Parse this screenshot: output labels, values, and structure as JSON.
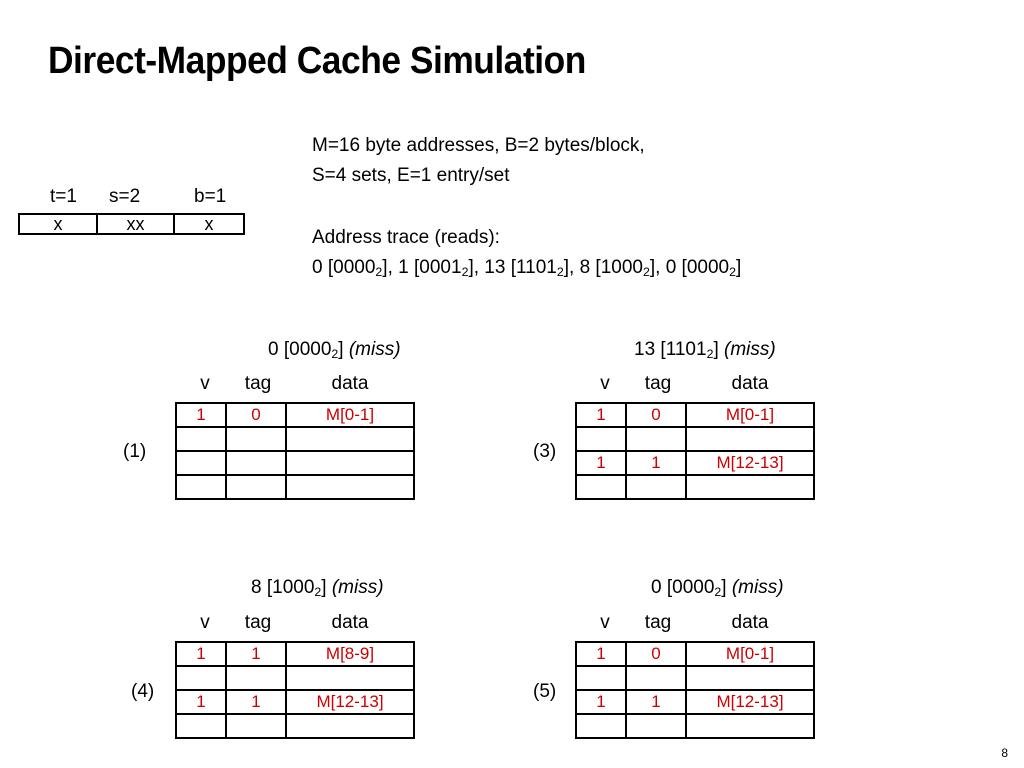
{
  "title": "Direct-Mapped Cache Simulation",
  "params": {
    "line1": "M=16 byte addresses, B=2 bytes/block,",
    "line2": "S=4 sets, E=1 entry/set"
  },
  "trace": {
    "heading": "Address trace (reads):",
    "items": [
      {
        "dec": "0",
        "bin": "0000",
        "base": "2"
      },
      {
        "dec": "1",
        "bin": "0001",
        "base": "2"
      },
      {
        "dec": "13",
        "bin": "1101",
        "base": "2"
      },
      {
        "dec": "8",
        "bin": "1000",
        "base": "2"
      },
      {
        "dec": "0",
        "bin": "0000",
        "base": "2"
      }
    ]
  },
  "address_format": {
    "t_label": "t=1",
    "s_label": "s=2",
    "b_label": "b=1",
    "t_field": "x",
    "s_field": "xx",
    "b_field": "x"
  },
  "column_headers": {
    "v": "v",
    "tag": "tag",
    "data": "data"
  },
  "caches": [
    {
      "step": "(1)",
      "dec": "0",
      "bin": "0000",
      "base": "2",
      "result": "(miss)",
      "rows": [
        {
          "v": "1",
          "tag": "0",
          "data": "M[0-1]"
        },
        {
          "v": "",
          "tag": "",
          "data": ""
        },
        {
          "v": "",
          "tag": "",
          "data": ""
        },
        {
          "v": "",
          "tag": "",
          "data": ""
        }
      ]
    },
    {
      "step": "(3)",
      "dec": "13",
      "bin": "1101",
      "base": "2",
      "result": "(miss)",
      "rows": [
        {
          "v": "1",
          "tag": "0",
          "data": "M[0-1]"
        },
        {
          "v": "",
          "tag": "",
          "data": ""
        },
        {
          "v": "1",
          "tag": "1",
          "data": "M[12-13]"
        },
        {
          "v": "",
          "tag": "",
          "data": ""
        }
      ]
    },
    {
      "step": "(4)",
      "dec": "8",
      "bin": "1000",
      "base": "2",
      "result": "(miss)",
      "rows": [
        {
          "v": "1",
          "tag": "1",
          "data": "M[8-9]"
        },
        {
          "v": "",
          "tag": "",
          "data": ""
        },
        {
          "v": "1",
          "tag": "1",
          "data": "M[12-13]"
        },
        {
          "v": "",
          "tag": "",
          "data": ""
        }
      ]
    },
    {
      "step": "(5)",
      "dec": "0",
      "bin": "0000",
      "base": "2",
      "result": "(miss)",
      "rows": [
        {
          "v": "1",
          "tag": "0",
          "data": "M[0-1]"
        },
        {
          "v": "",
          "tag": "",
          "data": ""
        },
        {
          "v": "1",
          "tag": "1",
          "data": "M[12-13]"
        },
        {
          "v": "",
          "tag": "",
          "data": ""
        }
      ]
    }
  ],
  "page_number": "8",
  "colors": {
    "text": "#000000",
    "highlight": "#cc0000",
    "background": "#ffffff"
  }
}
